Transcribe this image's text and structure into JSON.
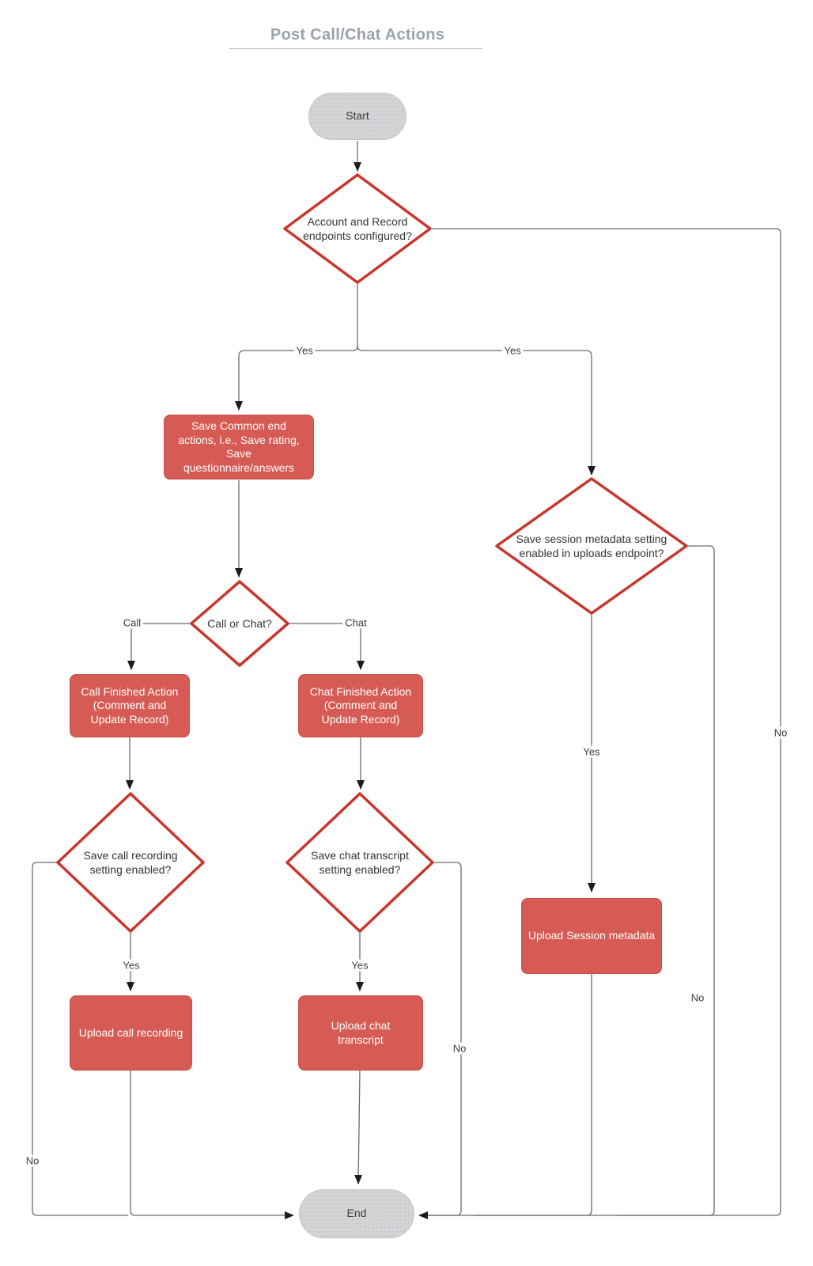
{
  "title": "Post Call/Chat Actions",
  "nodes": {
    "start": "Start",
    "endpoints_configured": "Account and Record endpoints configured?",
    "save_common": "Save Common end actions, i.e., Save rating, Save questionnaire/answers",
    "call_or_chat": "Call or Chat?",
    "call_finished": "Call Finished Action (Comment and Update Record)",
    "chat_finished": "Chat Finished Action (Comment and Update Record)",
    "save_call_recording": "Save call recording setting enabled?",
    "save_chat_transcript": "Save chat transcript setting enabled?",
    "save_session_metadata": "Save session metadata setting enabled in uploads endpoint?",
    "upload_call_recording": "Upload call recording",
    "upload_chat_transcript": "Upload chat transcript",
    "upload_session_metadata": "Upload Session metadata",
    "end": "End"
  },
  "edge_labels": {
    "yes_left": "Yes",
    "yes_right": "Yes",
    "call": "Call",
    "chat": "Chat",
    "yes_call_recording": "Yes",
    "yes_chat_transcript": "Yes",
    "yes_session_metadata": "Yes",
    "no_endpoints": "No",
    "no_call_recording": "No",
    "no_chat_transcript": "No",
    "no_session_metadata": "No"
  },
  "colors": {
    "process_fill": "#d65b55",
    "decision_border": "#c8362e",
    "terminator_fill": "#d3d4d6",
    "title_color": "#9ba1ab",
    "line_color": "#6a6a6a"
  }
}
